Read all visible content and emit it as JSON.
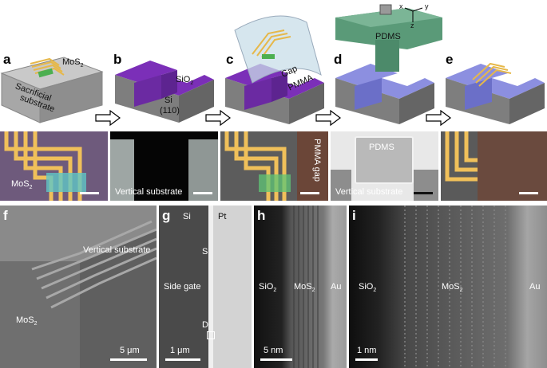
{
  "panels": {
    "a": {
      "letter": "a",
      "mos2": "MoS",
      "mos2_sub": "2",
      "substrate_l1": "Sacrificial",
      "substrate_l2": "substrate"
    },
    "b": {
      "letter": "b",
      "sio2": "SiO",
      "sio2_sub": "2",
      "si": "Si",
      "si_orient": "(110)"
    },
    "c": {
      "letter": "c",
      "gap": "Gap",
      "pmma": "PMMA"
    },
    "d": {
      "letter": "d",
      "pdms": "PDMS",
      "axes": {
        "x": "x",
        "y": "y",
        "z": "z"
      }
    },
    "e": {
      "letter": "e"
    }
  },
  "photos": {
    "a": {
      "mos2": "MoS",
      "mos2_sub": "2"
    },
    "b": {
      "caption": "Vertical substrate"
    },
    "c": {
      "side_text": "PMMA gap"
    },
    "d": {
      "pdms": "PDMS",
      "caption": "Vertical substrate"
    }
  },
  "micrographs": {
    "f": {
      "letter": "f",
      "vertical": "Vertical substrate",
      "mos2": "MoS",
      "mos2_sub": "2",
      "scale": "5 μm"
    },
    "g": {
      "letter": "g",
      "si": "Si",
      "pt": "Pt",
      "s": "S",
      "side_gate": "Side gate",
      "d": "D",
      "scale": "1 μm"
    },
    "h": {
      "letter": "h",
      "sio2": "SiO",
      "sio2_sub": "2",
      "mos2": "MoS",
      "mos2_sub": "2",
      "au": "Au",
      "scale": "5 nm"
    },
    "i": {
      "letter": "i",
      "sio2": "SiO",
      "sio2_sub": "2",
      "mos2": "MoS",
      "mos2_sub": "2",
      "au": "Au",
      "scale": "1 nm"
    }
  },
  "colors": {
    "purple": "#7b2fb8",
    "grey": "#9b9b9b",
    "pdms": "#5a9a78",
    "gold": "#e6b84a"
  }
}
